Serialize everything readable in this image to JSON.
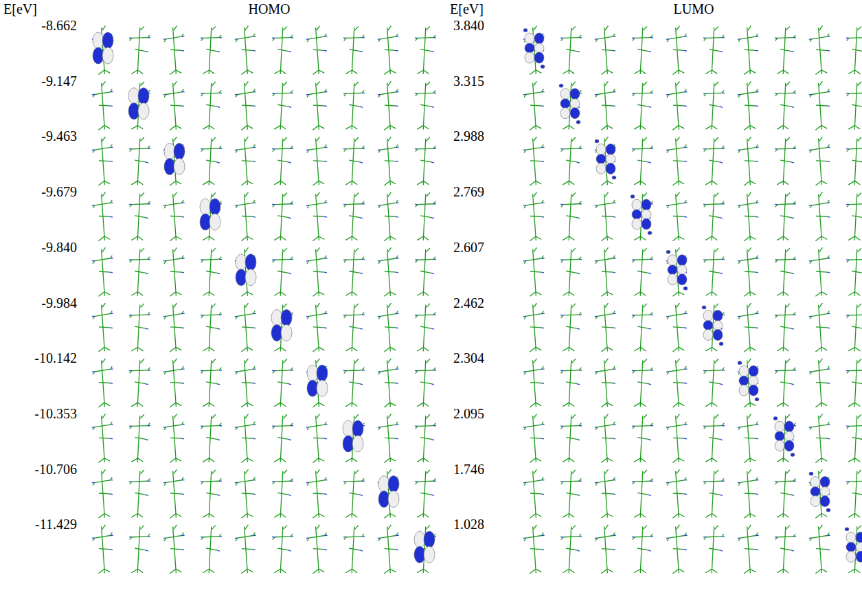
{
  "diagram": {
    "labels": [
      "E[eV]",
      "HOMO",
      "E[eV]",
      "LUMO",
      "-8.662",
      "3.840",
      "-9.147",
      "3.315",
      "-9.463",
      "2.988",
      "-9.679",
      "2.769",
      "-9.840",
      "2.607",
      "-9.984",
      "2.462",
      "-10.142",
      "2.304",
      "-10.353",
      "2.095",
      "-10.706",
      "1.746",
      "-11.429",
      "1.028"
    ]
  }
}
